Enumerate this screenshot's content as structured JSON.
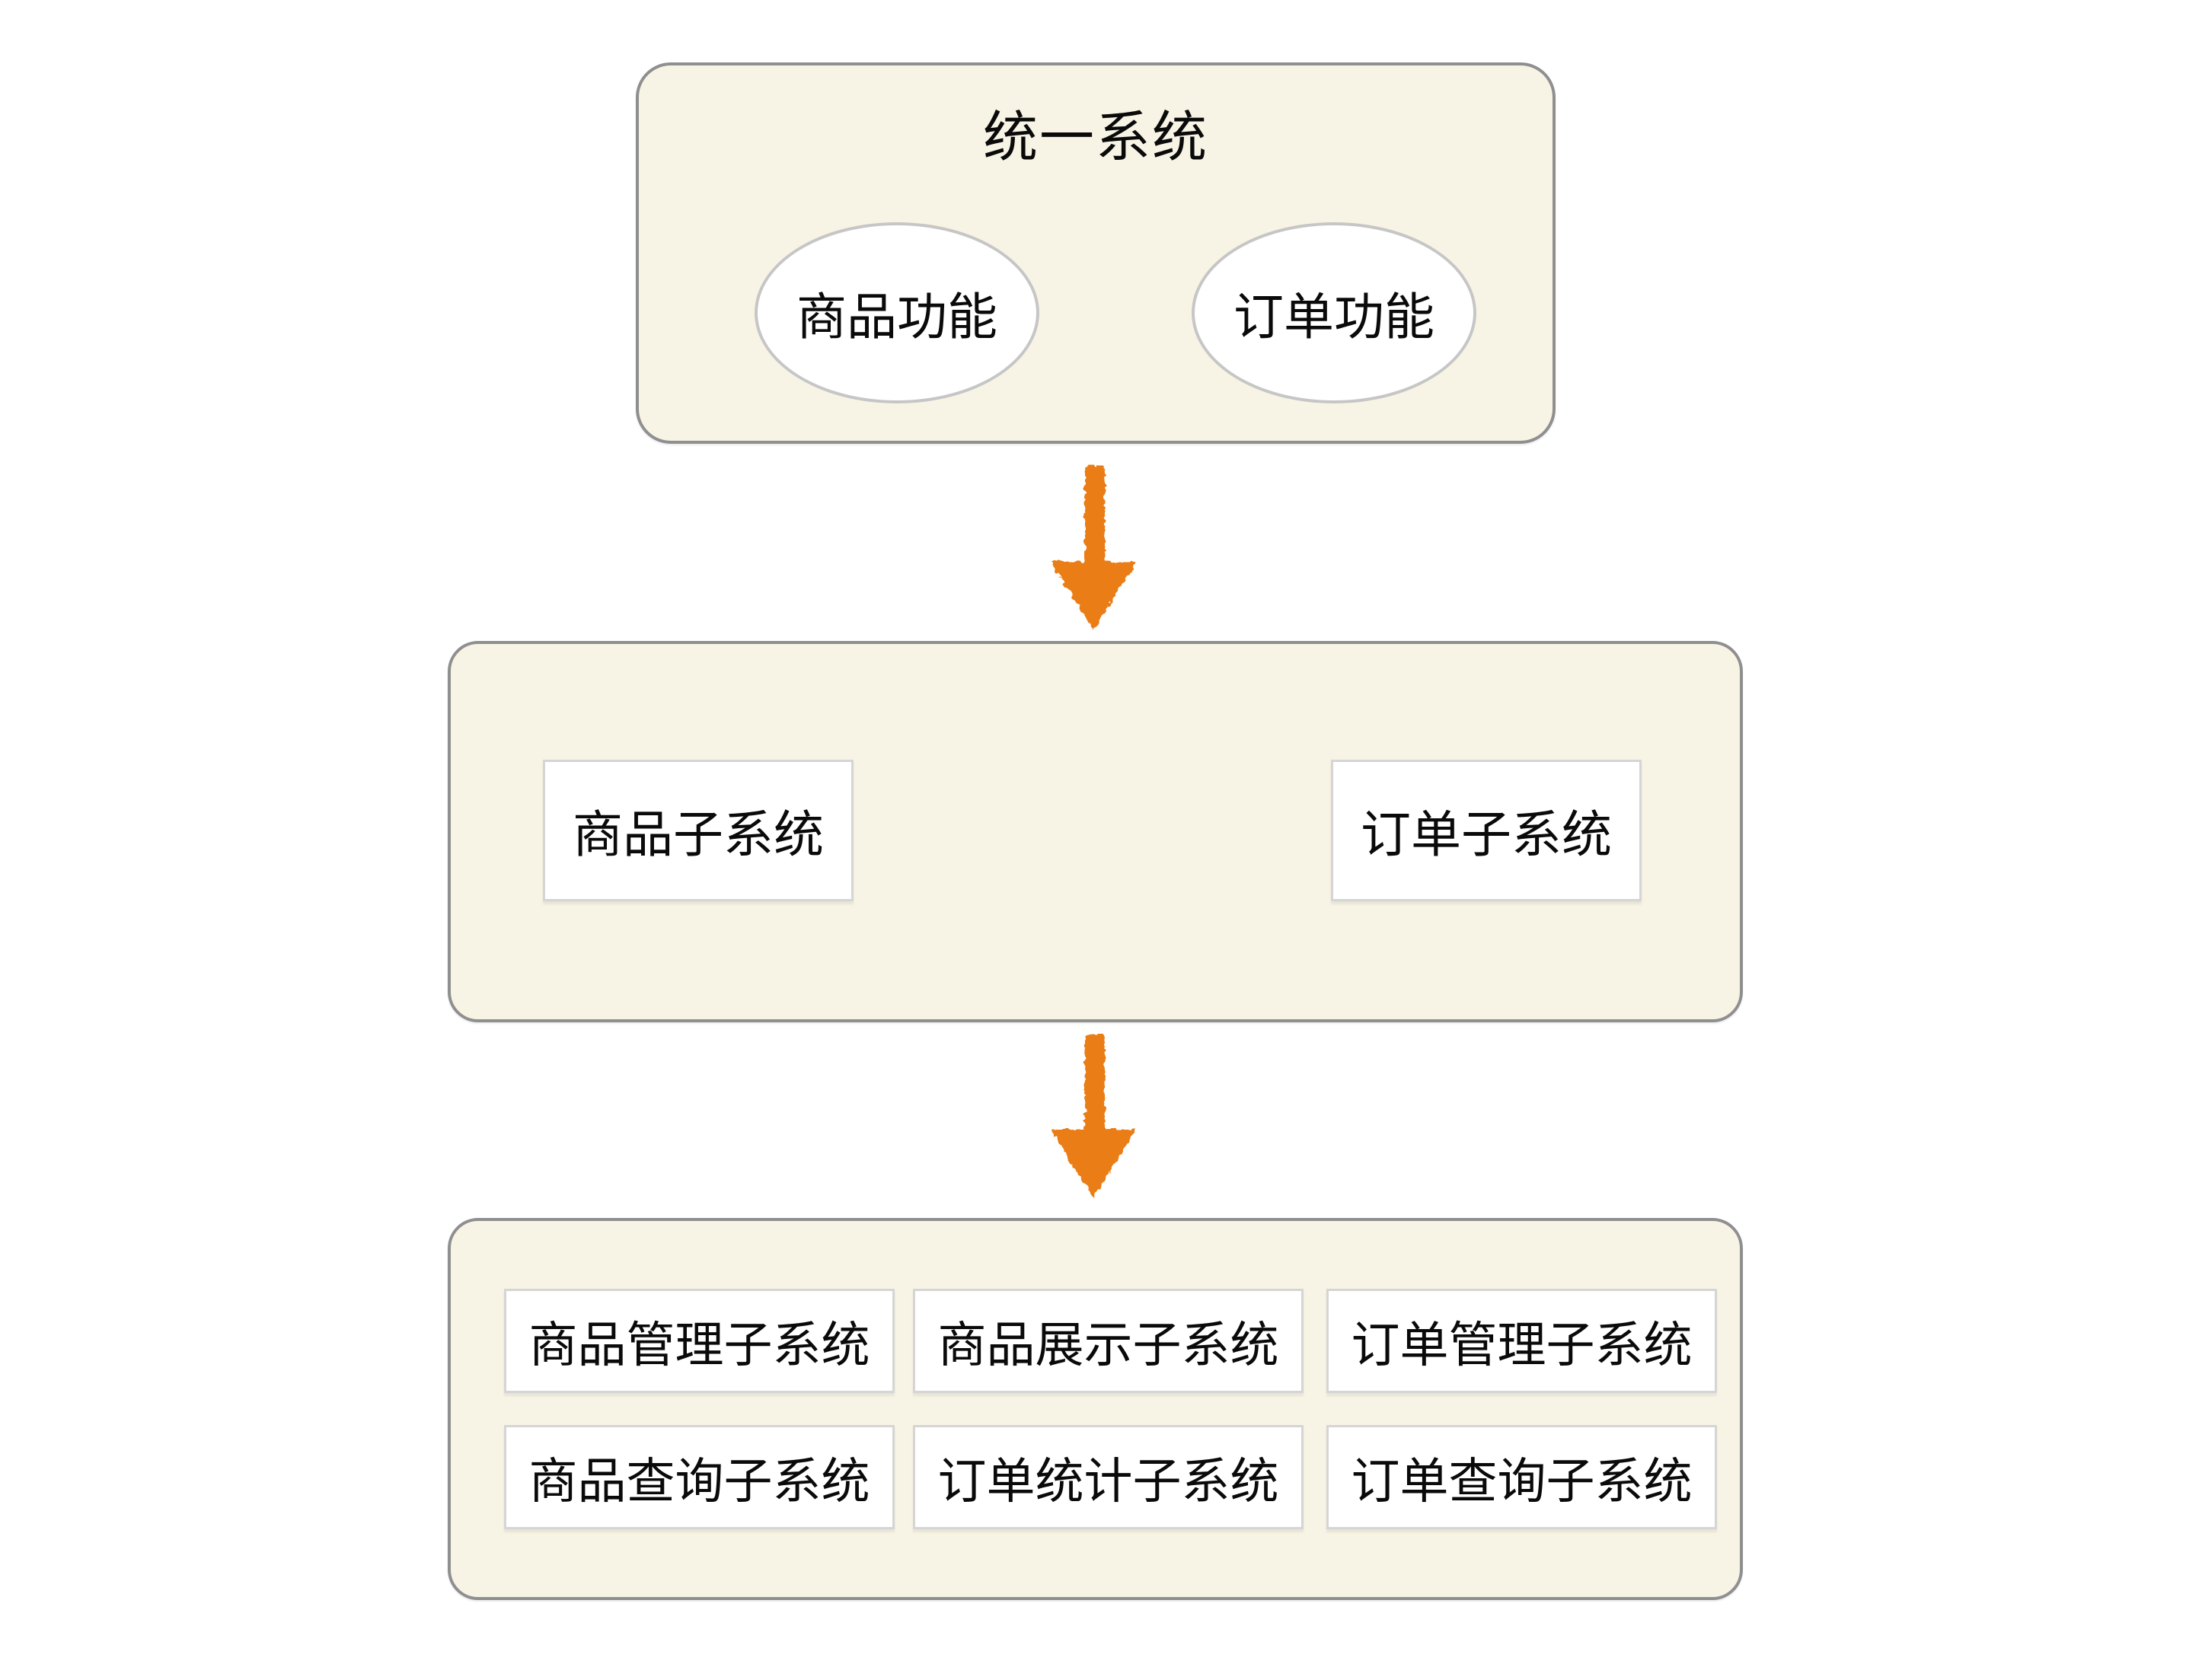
{
  "top_box": {
    "title": "统一系统",
    "functions": [
      {
        "label": "商品功能"
      },
      {
        "label": "订单功能"
      }
    ]
  },
  "middle_box": {
    "subsystems": [
      {
        "label": "商品子系统"
      },
      {
        "label": "订单子系统"
      }
    ]
  },
  "bottom_box": {
    "subsystems": [
      {
        "label": "商品管理子系统"
      },
      {
        "label": "商品展示子系统"
      },
      {
        "label": "订单管理子系统"
      },
      {
        "label": "商品查询子系统"
      },
      {
        "label": "订单统计子系统"
      },
      {
        "label": "订单查询子系统"
      }
    ]
  },
  "arrows": [
    {
      "name": "top-to-middle",
      "direction": "down"
    },
    {
      "name": "middle-to-bottom",
      "direction": "down"
    }
  ],
  "colors": {
    "background": "#ffffff",
    "panel_fill": "#f8f4e5",
    "panel_border": "#8f8f8f",
    "node_fill": "#ffffff",
    "node_border": "#d5d5d5",
    "ellipse_border": "#c6c6c6",
    "arrow": "#ea7d15",
    "text": "#0a0a0a"
  }
}
